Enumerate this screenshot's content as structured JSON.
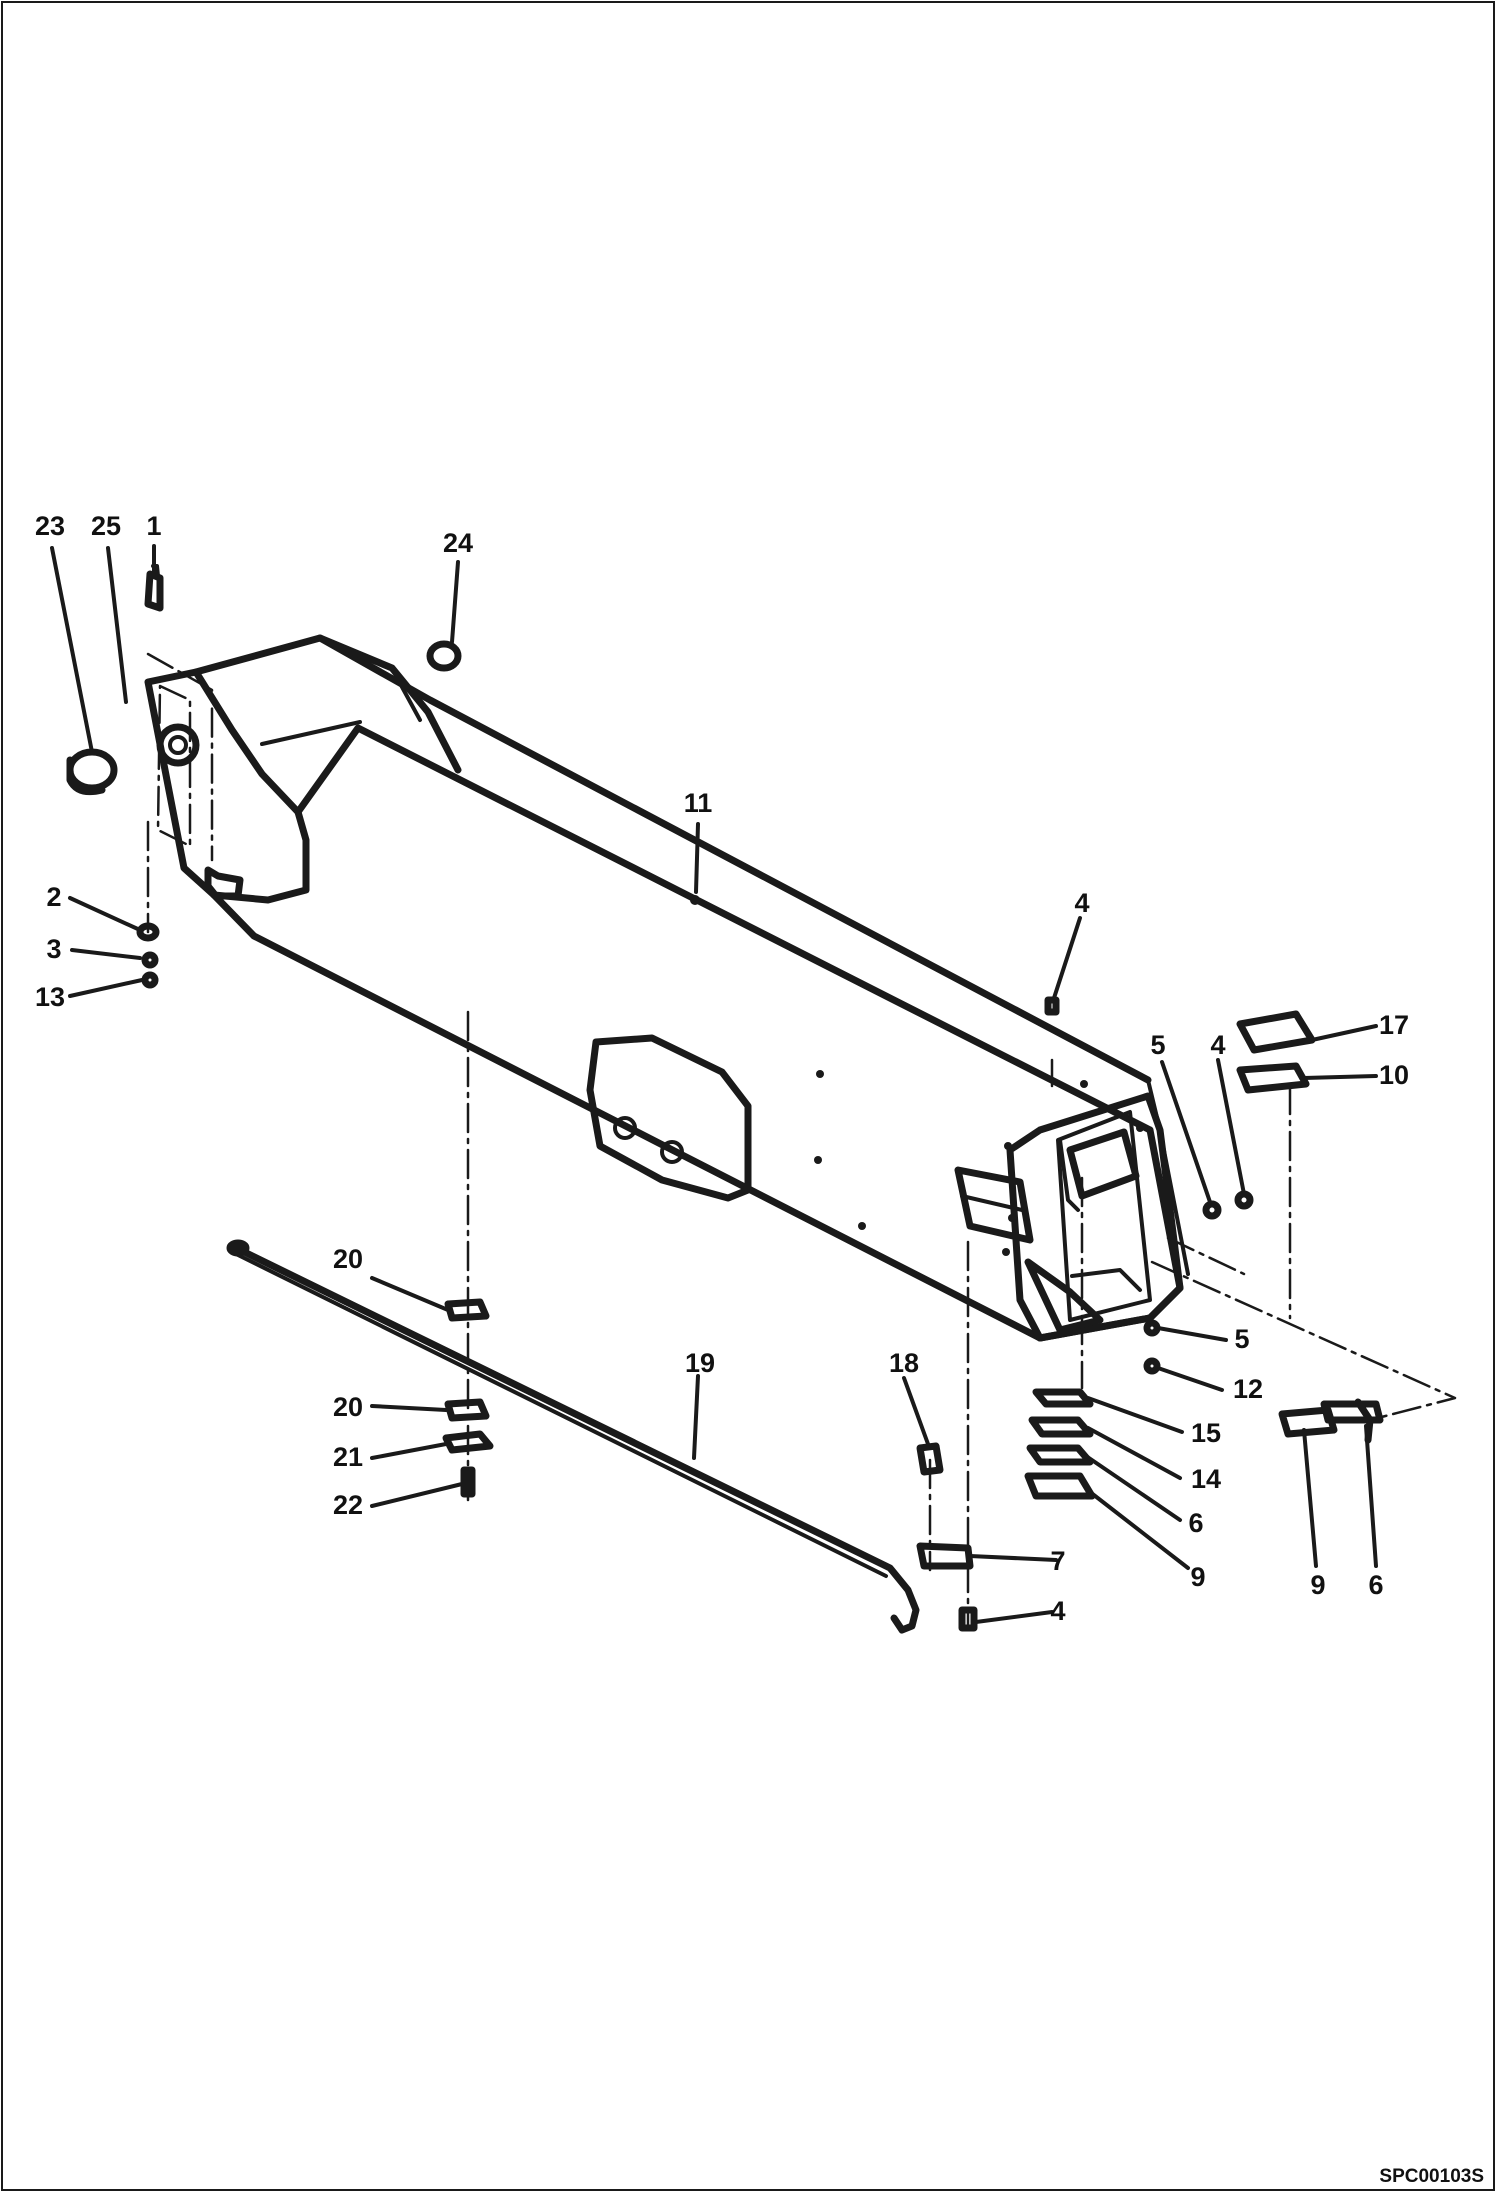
{
  "diagram": {
    "callouts": {
      "c23": "23",
      "c25": "25",
      "c1": "1",
      "c24": "24",
      "c11": "11",
      "c2": "2",
      "c3": "3",
      "c13": "13",
      "c4a": "4",
      "c17": "17",
      "c10": "10",
      "c5a": "5",
      "c4b": "4",
      "c20a": "20",
      "c19": "19",
      "c18": "18",
      "c5b": "5",
      "c12": "12",
      "c15": "15",
      "c20b": "20",
      "c21": "21",
      "c14": "14",
      "c22": "22",
      "c6a": "6",
      "c9a": "9",
      "c7": "7",
      "c4c": "4",
      "c9b": "9",
      "c6b": "6"
    },
    "reference_code": "SPC00103S"
  }
}
